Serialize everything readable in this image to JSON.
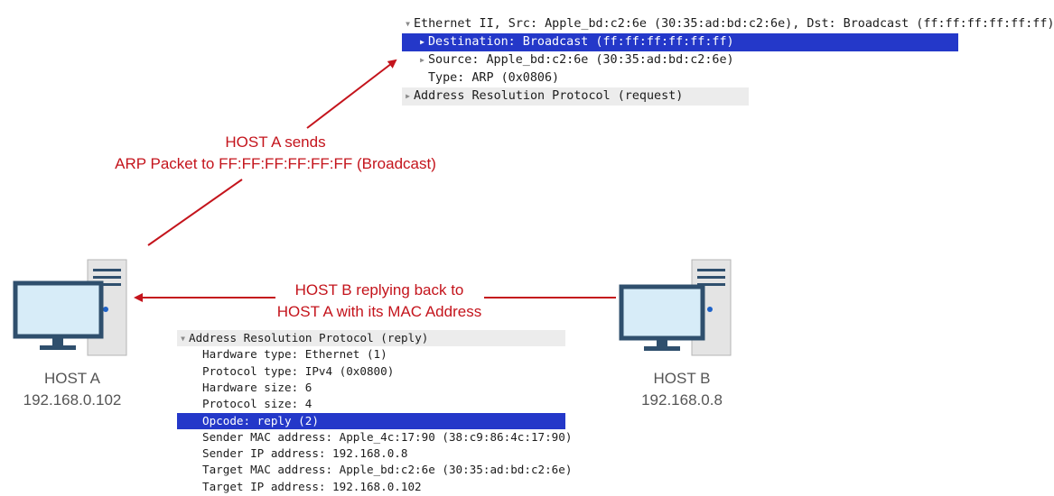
{
  "top_packet": {
    "rows": [
      {
        "text": "Ethernet II, Src: Apple_bd:c2:6e (30:35:ad:bd:c2:6e), Dst: Broadcast (ff:ff:ff:ff:ff:ff)",
        "tree": "expanded"
      },
      {
        "text": "Destination: Broadcast (ff:ff:ff:ff:ff:ff)",
        "tree": "collapsed",
        "selected": true
      },
      {
        "text": "Source: Apple_bd:c2:6e (30:35:ad:bd:c2:6e)",
        "tree": "collapsed"
      },
      {
        "text": "Type: ARP (0x0806)",
        "tree": "none"
      },
      {
        "text": "Address Resolution Protocol (request)",
        "tree": "collapsed"
      }
    ]
  },
  "bottom_packet": {
    "header": "Address Resolution Protocol (reply)",
    "fields": [
      {
        "text": "Hardware type: Ethernet (1)"
      },
      {
        "text": "Protocol type: IPv4 (0x0800)"
      },
      {
        "text": "Hardware size: 6"
      },
      {
        "text": "Protocol size: 4"
      },
      {
        "text": "Opcode: reply (2)",
        "selected": true
      },
      {
        "text": "Sender MAC address: Apple_4c:17:90 (38:c9:86:4c:17:90)"
      },
      {
        "text": "Sender IP address: 192.168.0.8"
      },
      {
        "text": "Target MAC address: Apple_bd:c2:6e (30:35:ad:bd:c2:6e)"
      },
      {
        "text": "Target IP address: 192.168.0.102"
      }
    ]
  },
  "captions": {
    "send_line1": "HOST A sends",
    "send_line2": "ARP Packet to FF:FF:FF:FF:FF:FF (Broadcast)",
    "reply_line1": "HOST B replying back to",
    "reply_line2": "HOST A with its MAC Address"
  },
  "host_a": {
    "name": "HOST A",
    "ip": "192.168.0.102"
  },
  "host_b": {
    "name": "HOST B",
    "ip": "192.168.0.8"
  },
  "colors": {
    "arrow": "#c4141c",
    "selection": "#2438c9",
    "monitor_screen": "#d7ecf8",
    "monitor_frame": "#2f4f6d",
    "tower": "#e4e4e4",
    "tower_detail": "#2f4f6d",
    "power_led": "#1e62c8"
  },
  "icons": [
    "desktop-computer-icon",
    "desktop-computer-icon",
    "arrow-icon"
  ]
}
